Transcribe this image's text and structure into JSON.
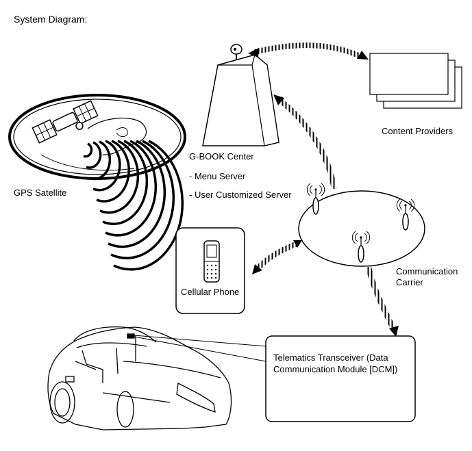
{
  "title": "System Diagram:",
  "gbook_center": {
    "label": "G-BOOK Center",
    "items": [
      "- Menu Server",
      "- User Customized Server"
    ]
  },
  "content_providers": {
    "label": "Content Providers"
  },
  "gps_satellite": {
    "label": "GPS Satellite"
  },
  "cellular_phone": {
    "label": "Cellular Phone"
  },
  "communication_carrier": {
    "label_line1": "Communication",
    "label_line2": "Carrier"
  },
  "telematics_transceiver": {
    "label_line1": "Telematics Transceiver (Data",
    "label_line2": "Communication Module [DCM])"
  }
}
